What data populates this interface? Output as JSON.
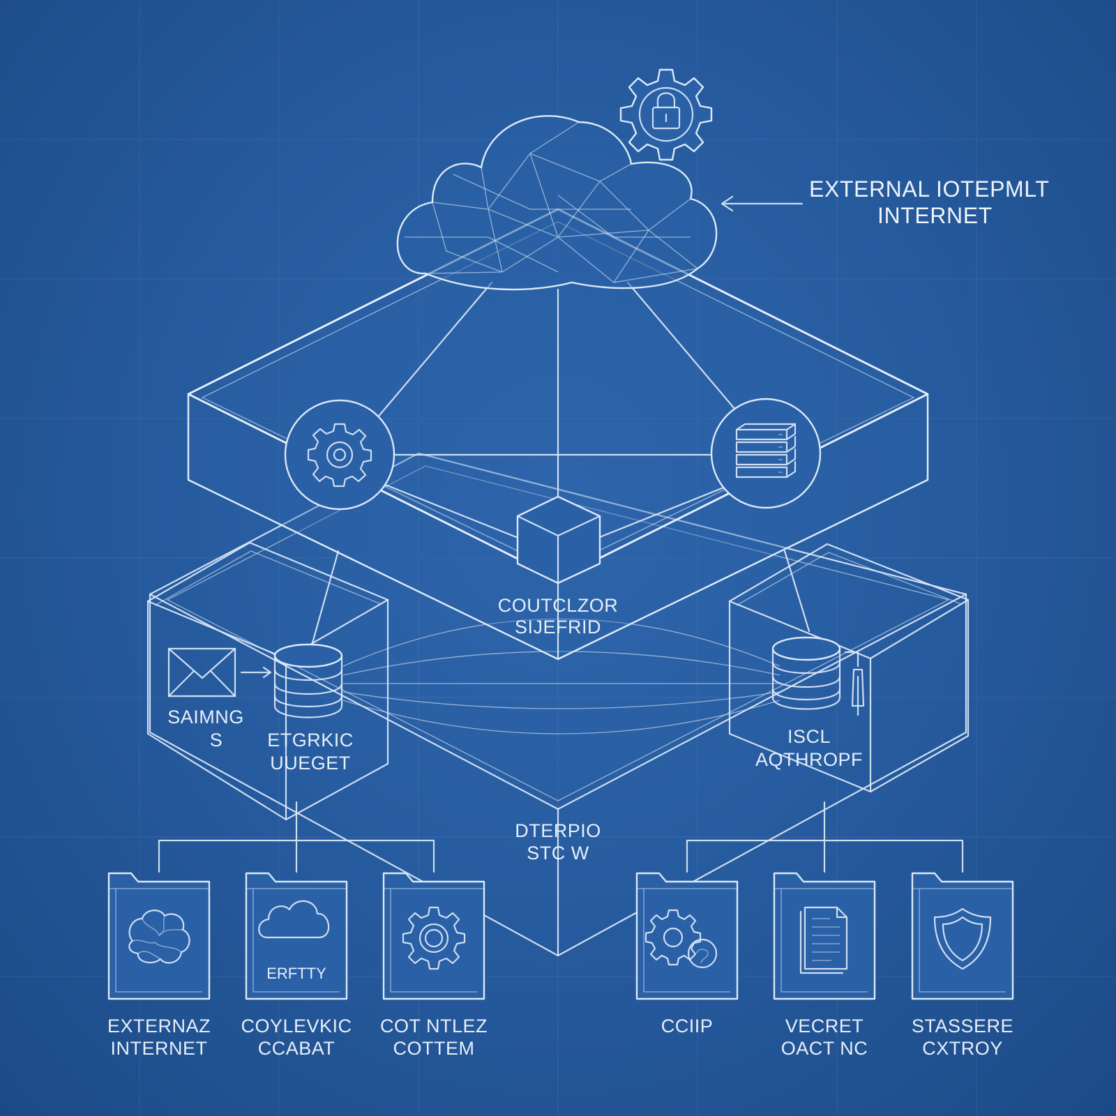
{
  "callout": {
    "line1": "EXTERNAL IOTEPMLT",
    "line2": "INTERNET"
  },
  "center_labels": {
    "cube_line1": "COUTCLZOR",
    "cube_line2": "SIJEFRID",
    "lower_line1": "DTERPIO",
    "lower_line2": "STC W"
  },
  "left_box": {
    "mail_line1": "SAIMNG",
    "mail_line2": "S",
    "db_line1": "ETGRKIC",
    "db_line2": "UUEGET"
  },
  "right_box": {
    "db_line1": "ISCL",
    "db_line2": "AQTHROPF"
  },
  "folders": [
    {
      "icon": "brain-icon",
      "inner": "",
      "line1": "EXTERNAZ",
      "line2": "INTERNET"
    },
    {
      "icon": "cloud-icon",
      "inner": "ERFTTY",
      "line1": "COYLEVKIC",
      "line2": "CCABAT"
    },
    {
      "icon": "gear-icon",
      "inner": "",
      "line1": "COT NTLEZ",
      "line2": "COTTEM"
    },
    {
      "icon": "gears-icon",
      "inner": "",
      "line1": "CCIIP",
      "line2": ""
    },
    {
      "icon": "document-icon",
      "inner": "",
      "line1": "VECRET",
      "line2": "OACT NC"
    },
    {
      "icon": "shield-icon",
      "inner": "",
      "line1": "STASSERE",
      "line2": "CXTROY"
    }
  ]
}
